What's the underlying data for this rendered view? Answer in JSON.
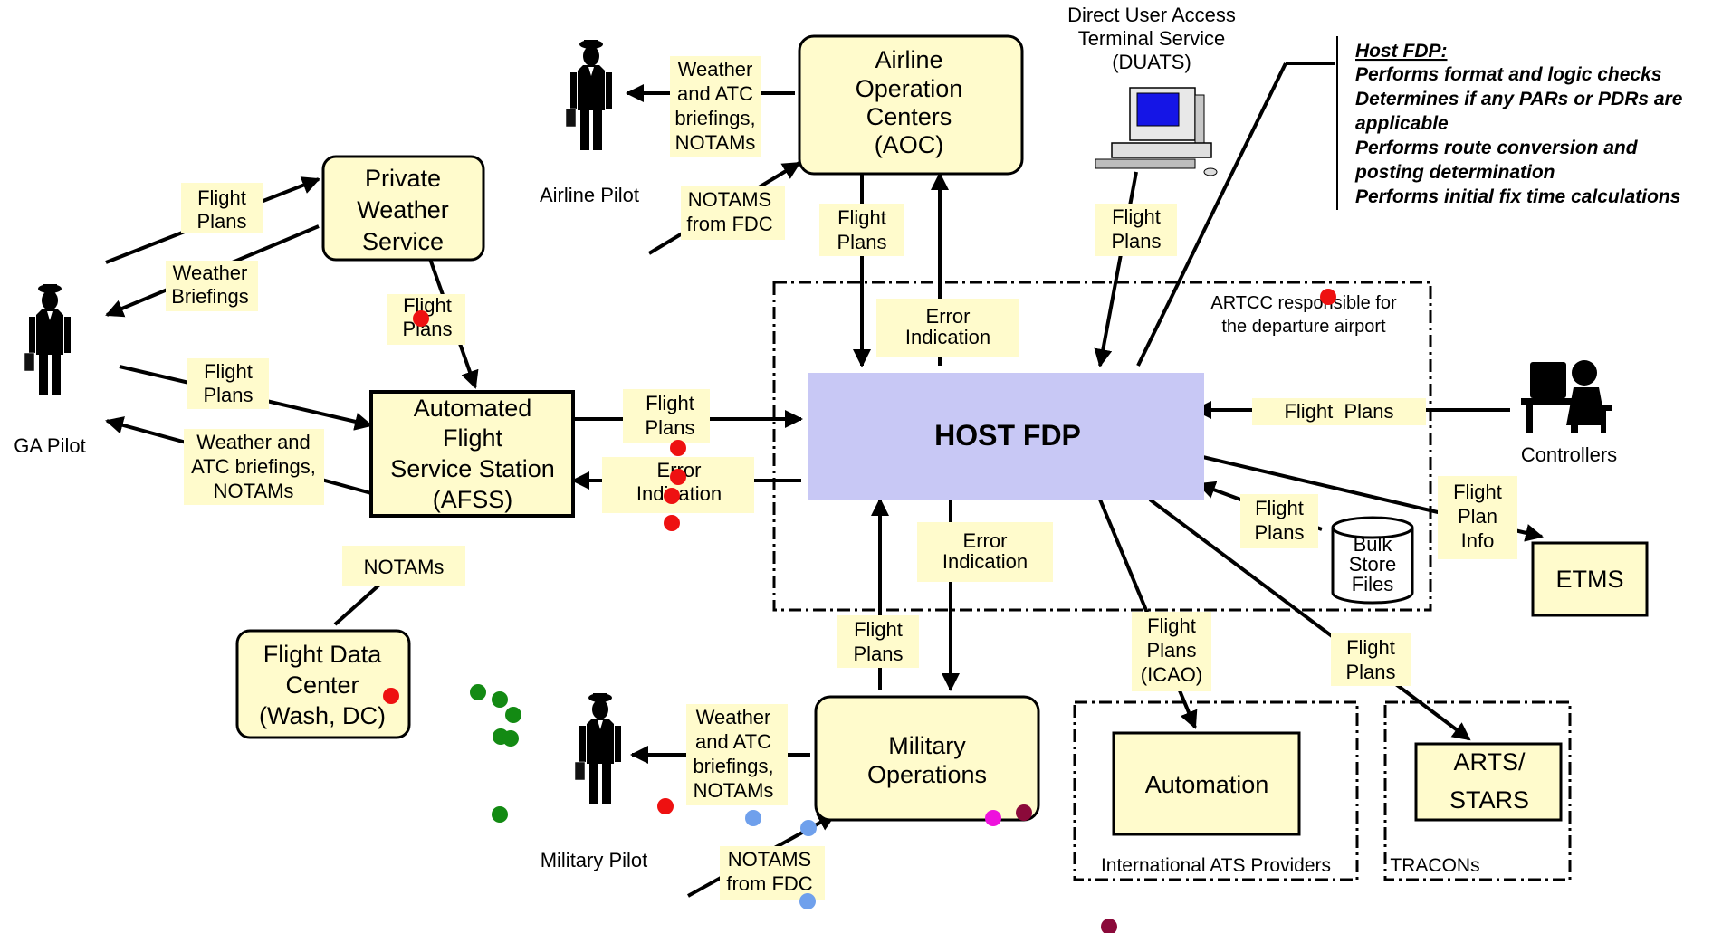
{
  "diagram": {
    "boxes": {
      "private_weather": [
        "Private",
        "Weather",
        "Service"
      ],
      "afss": [
        "Automated",
        "Flight",
        "Service Station",
        "(AFSS)"
      ],
      "flight_data_center": [
        "Flight Data",
        "Center",
        "(Wash, DC)"
      ],
      "aoc": [
        "Airline",
        "Operation",
        "Centers",
        "(AOC)"
      ],
      "host_fdp": "HOST FDP",
      "military_ops": [
        "Military",
        "Operations"
      ],
      "automation": "Automation",
      "arts_stars": [
        "ARTS/",
        "STARS"
      ],
      "etms": "ETMS",
      "bulk_store": [
        "Bulk",
        "Store",
        "Files"
      ]
    },
    "actors": {
      "ga_pilot": "GA Pilot",
      "airline_pilot": "Airline Pilot",
      "military_pilot": "Military Pilot",
      "controllers": "Controllers",
      "duats": [
        "Direct User Access",
        "Terminal Service",
        "(DUATS)"
      ]
    },
    "edge_labels": {
      "ga_to_pws": [
        "Flight",
        "Plans"
      ],
      "pws_to_ga": [
        "Weather",
        "Briefings"
      ],
      "pws_to_afss": [
        "Flight",
        "Plans"
      ],
      "ga_to_afss": [
        "Flight",
        "Plans"
      ],
      "afss_to_ga": [
        "Weather and",
        "ATC briefings,",
        "NOTAMs"
      ],
      "fdc_to_afss": "NOTAMs",
      "afss_to_host": [
        "Flight",
        "Plans"
      ],
      "host_to_afss": [
        "Error",
        "Indication"
      ],
      "aoc_to_airline_pilot": [
        "Weather",
        "and ATC",
        "briefings,",
        "NOTAMs"
      ],
      "fdc_to_aoc": [
        "NOTAMS",
        "from FDC"
      ],
      "aoc_to_host": [
        "Flight",
        "Plans"
      ],
      "host_to_aoc": [
        "Error",
        "Indication"
      ],
      "duats_to_host": [
        "Flight",
        "Plans"
      ],
      "controllers_to_host": "Flight  Plans",
      "host_to_etms": [
        "Flight",
        "Plan",
        "Info"
      ],
      "bulk_to_host": [
        "Flight",
        "Plans"
      ],
      "host_to_mil": [
        "Error",
        "Indication"
      ],
      "mil_to_host": [
        "Flight",
        "Plans"
      ],
      "mil_to_pilot": [
        "Weather",
        "and ATC",
        "briefings,",
        "NOTAMs"
      ],
      "fdc_to_mil": [
        "NOTAMS",
        "from FDC"
      ],
      "host_to_automation": [
        "Flight",
        "Plans",
        "(ICAO)"
      ],
      "host_to_arts": [
        "Flight",
        "Plans"
      ]
    },
    "regions": {
      "artcc": [
        "ARTCC responsible for",
        "the departure airport"
      ],
      "international": "International ATS Providers",
      "tracons": "TRACONs"
    },
    "note": {
      "title": "Host FDP:",
      "lines": [
        "Performs format and logic checks",
        "Determines if any PARs or PDRs are",
        "applicable",
        "Performs route conversion and",
        "posting determination",
        "Performs initial fix time calculations"
      ]
    },
    "colors": {
      "box_fill": "#FFFBCC",
      "label_fill": "#FFFBCC",
      "host_fill": "#C8C8F5",
      "line": "#000000",
      "marker_red": "#EE1111",
      "marker_green": "#138A13",
      "marker_blue": "#6FA0EC",
      "marker_magenta": "#EE11DD",
      "marker_maroon": "#8B0A3A"
    },
    "icons": [
      "person-icon",
      "computer-icon",
      "workstation-icon",
      "database-icon"
    ]
  }
}
